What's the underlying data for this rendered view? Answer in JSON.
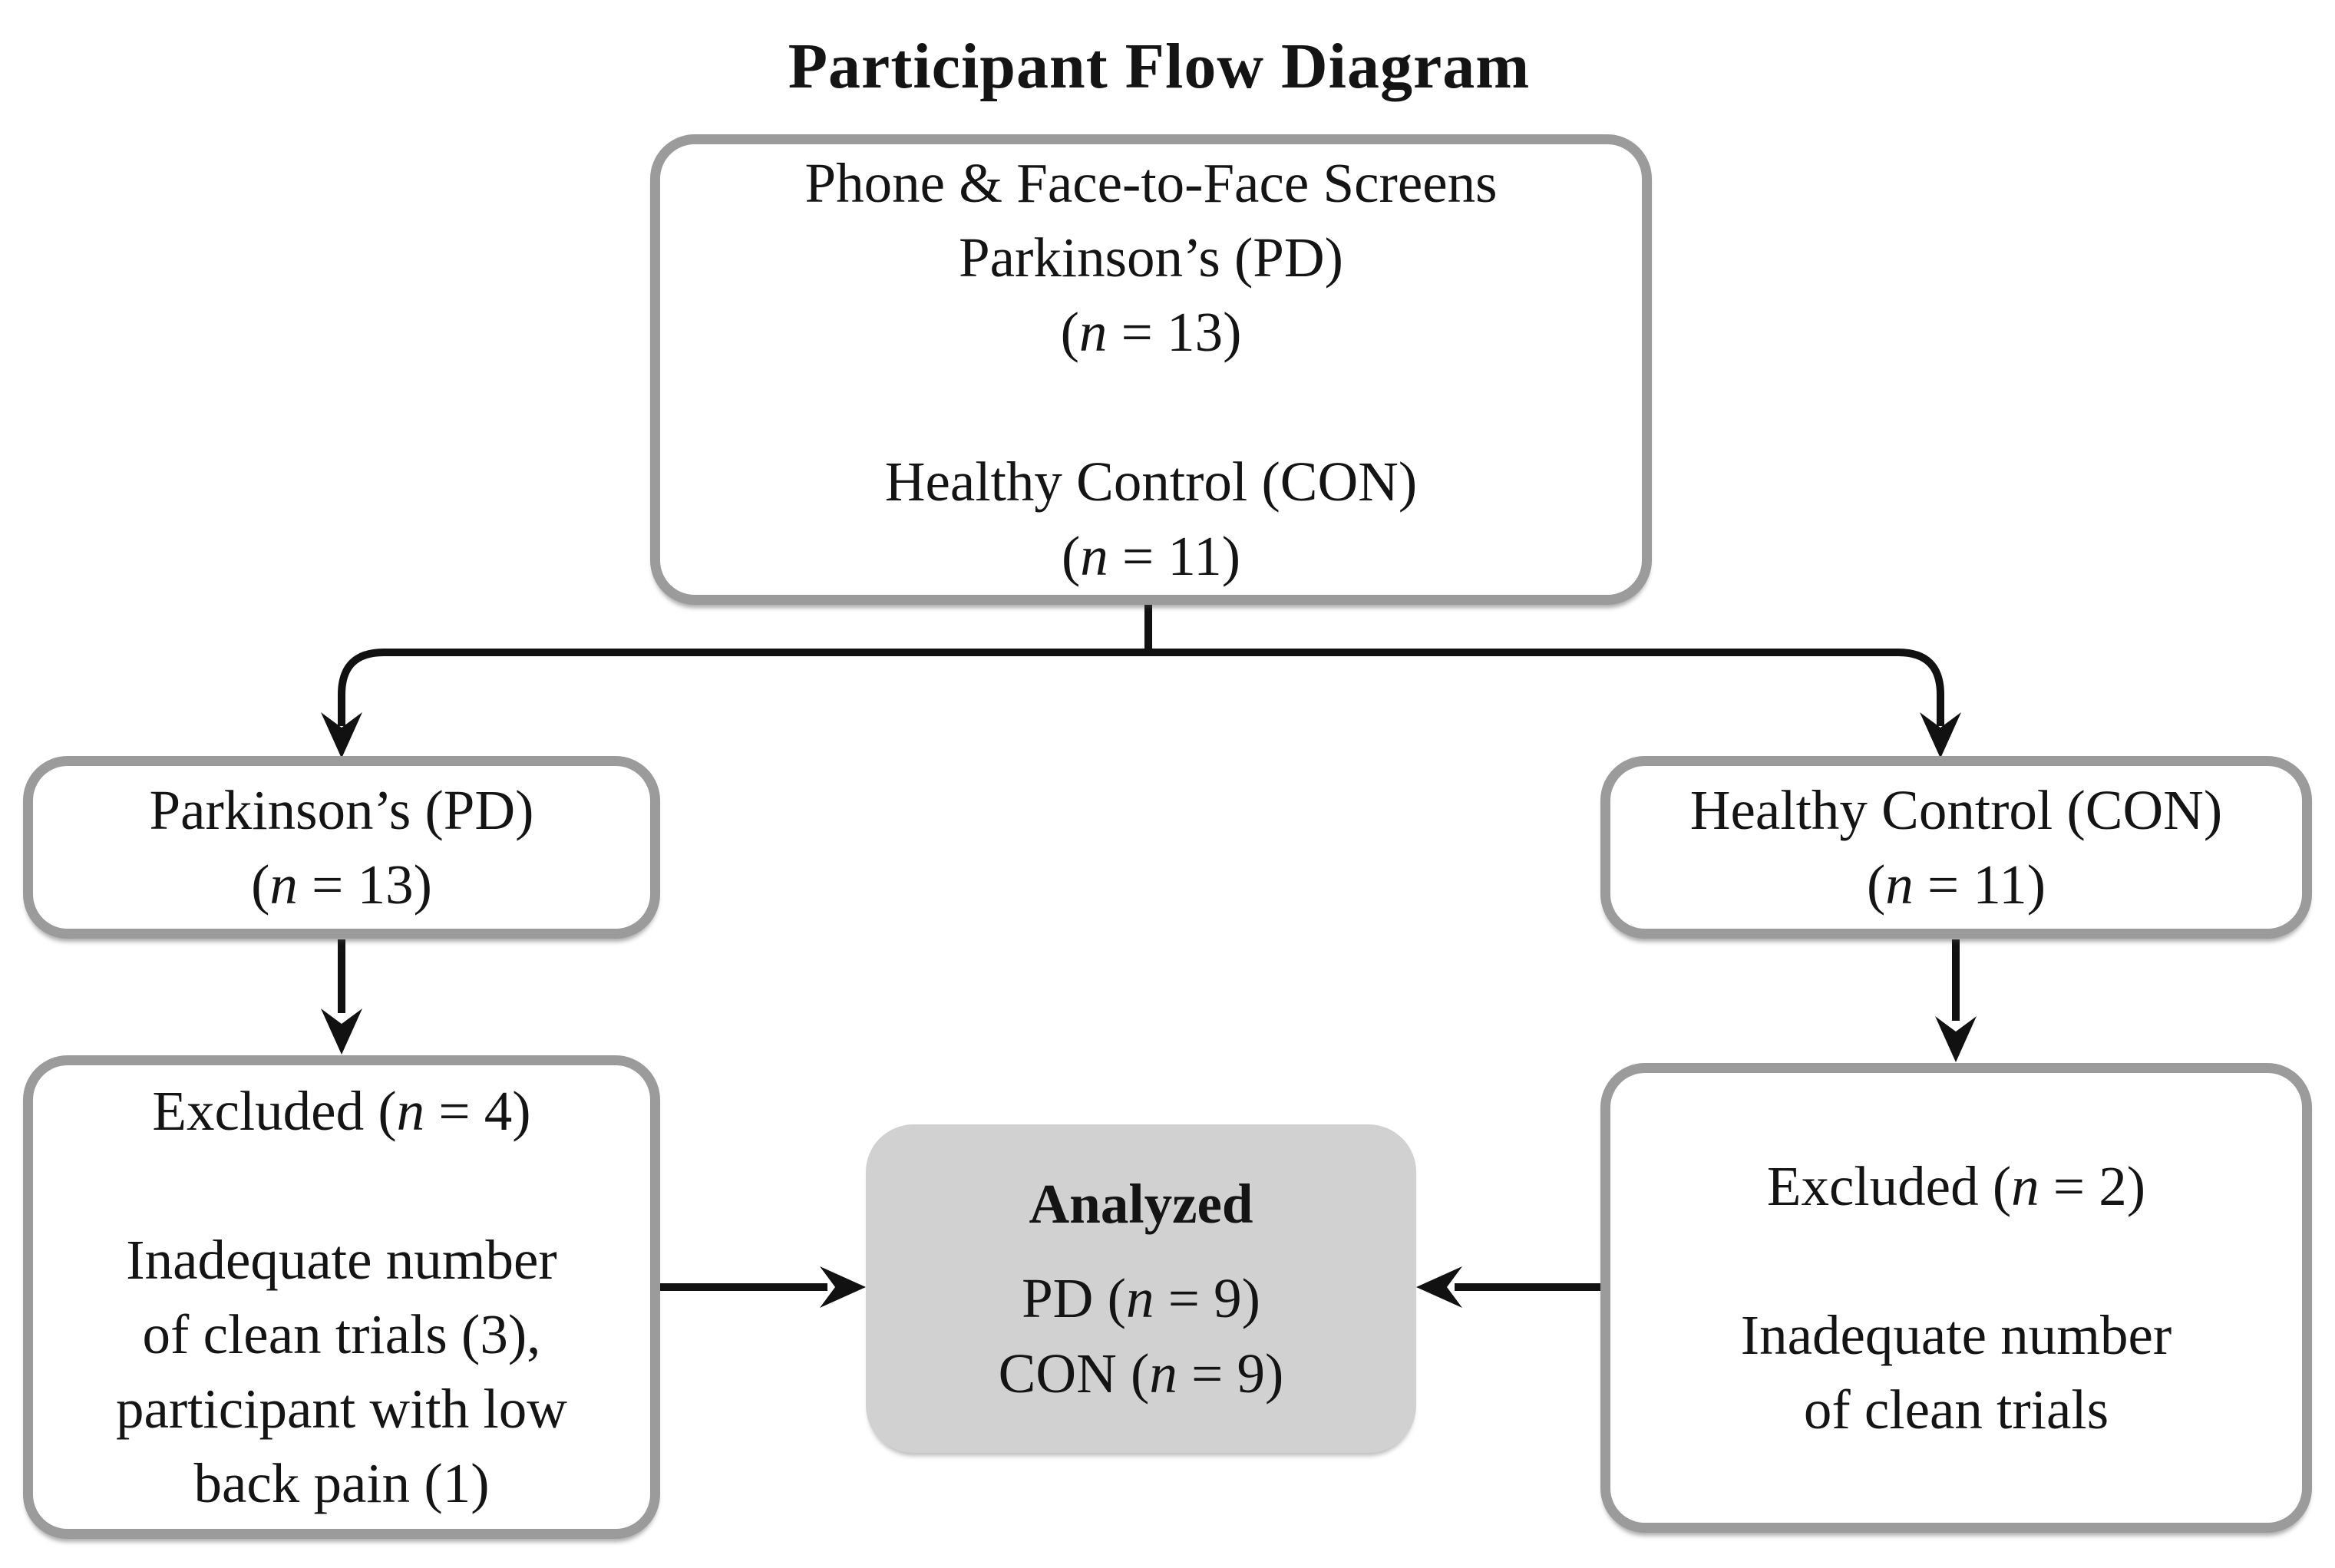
{
  "title": "Participant Flow Diagram",
  "colors": {
    "background": "#ffffff",
    "box_border": "#9b9b9b",
    "box_fill": "#ffffff",
    "analyzed_fill": "#d1d1d1",
    "connector": "#111111",
    "text": "#141414"
  },
  "nodes": {
    "screening": {
      "lines": [
        [
          {
            "t": "Phone & Face-to-Face Screens"
          }
        ],
        [
          {
            "t": "Parkinson’s (PD)"
          }
        ],
        [
          {
            "t": "("
          },
          {
            "t": "n",
            "i": true
          },
          {
            "t": " = 13)"
          }
        ],
        [
          {
            "t": " "
          }
        ],
        [
          {
            "t": "Healthy Control (CON)"
          }
        ],
        [
          {
            "t": "("
          },
          {
            "t": "n",
            "i": true
          },
          {
            "t": " = 11)"
          }
        ]
      ]
    },
    "pd": {
      "lines": [
        [
          {
            "t": "Parkinson’s (PD)"
          }
        ],
        [
          {
            "t": "("
          },
          {
            "t": "n",
            "i": true
          },
          {
            "t": " = 13)"
          }
        ]
      ]
    },
    "con": {
      "lines": [
        [
          {
            "t": "Healthy Control (CON)"
          }
        ],
        [
          {
            "t": "("
          },
          {
            "t": "n",
            "i": true
          },
          {
            "t": " = 11)"
          }
        ]
      ]
    },
    "excluded_pd": {
      "lines": [
        [
          {
            "t": "Excluded ("
          },
          {
            "t": "n",
            "i": true
          },
          {
            "t": " = 4)"
          }
        ],
        [
          {
            "t": " "
          }
        ],
        [
          {
            "t": "Inadequate number"
          }
        ],
        [
          {
            "t": "of clean trials (3),"
          }
        ],
        [
          {
            "t": "participant with low"
          }
        ],
        [
          {
            "t": "back pain (1)"
          }
        ]
      ]
    },
    "excluded_con": {
      "lines": [
        [
          {
            "t": "Excluded ("
          },
          {
            "t": "n",
            "i": true
          },
          {
            "t": " = 2)"
          }
        ],
        [
          {
            "t": " "
          }
        ],
        [
          {
            "t": "Inadequate number"
          }
        ],
        [
          {
            "t": "of clean trials"
          }
        ]
      ]
    },
    "analyzed": {
      "lines": [
        [
          {
            "t": "Analyzed",
            "b": true
          }
        ],
        [
          {
            "t": "PD ("
          },
          {
            "t": "n",
            "i": true
          },
          {
            "t": " = 9)"
          }
        ],
        [
          {
            "t": "CON ("
          },
          {
            "t": "n",
            "i": true
          },
          {
            "t": " = 9)"
          }
        ]
      ]
    }
  }
}
